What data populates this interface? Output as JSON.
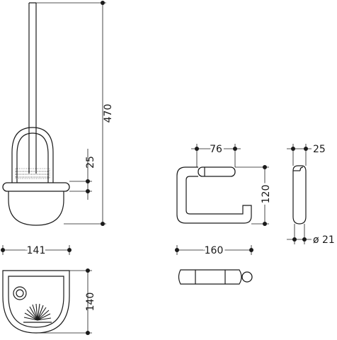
{
  "dimensions": {
    "brush_height": "470",
    "brush_rim": "25",
    "brush_width": "141",
    "brush_depth": "140",
    "holder_depth": "76",
    "holder_height": "120",
    "holder_width": "160",
    "side_thickness": "25",
    "side_diameter": "ø 21"
  },
  "colors": {
    "line": "#1a1a1a",
    "background": "#ffffff"
  }
}
